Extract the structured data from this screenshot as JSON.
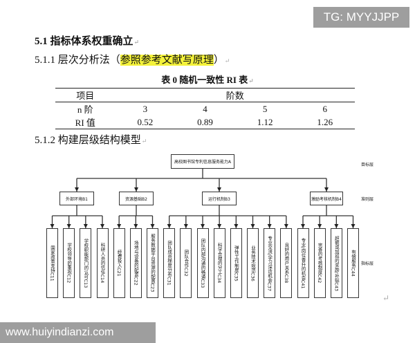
{
  "watermark_top": "TG: MYYJJPP",
  "watermark_bottom": "www.huiyindianzi.com",
  "paragraph_mark": "↵",
  "heading_51": "5.1 指标体系权重确立",
  "heading_511_prefix": "5.1.1 层次分析法（",
  "heading_511_highlight": "参照参考文献写原理",
  "heading_511_suffix": "）",
  "highlight_color": "#f4f23a",
  "table": {
    "caption": "表 0 随机一致性 RI 表",
    "header": [
      "项目",
      "阶数"
    ],
    "rows": [
      [
        "n 阶",
        "3",
        "4",
        "5",
        "6"
      ],
      [
        "RI 值",
        "0.52",
        "0.89",
        "1.12",
        "1.26"
      ]
    ]
  },
  "heading_512": "5.1.2 构建层级结构模型",
  "diagram": {
    "goal": "高校图书馆专利信息服务能力A",
    "levels": [
      "目标层",
      "准则层",
      "指标层"
    ],
    "criteria": [
      "外部环境B1",
      "资源基础B2",
      "运行机制B3",
      "激励考核机制B4"
    ],
    "indicators": [
      "国家政策支持C11",
      "学校领导的重视C12",
      "学校职能部门的认可C13",
      "科研人员的信任C14",
      "经费投入C21",
      "场地与设备的配置C22",
      "服务数据平台资源的配置C23",
      "团队成员梯度分布C31",
      "团队合作C32",
      "团队内部沟通的畅通C33",
      "科学合理的分工C34",
      "弹性工作制度C35",
      "业务技术规范C36",
      "专业交流/学习深造机会C37",
      "良好的用户关系C38",
      "专业/岗位晋升的机会C41",
      "完善的考核制度C42",
      "超额或加班的奖励/补贴C43",
      "有偿服务C44"
    ]
  }
}
